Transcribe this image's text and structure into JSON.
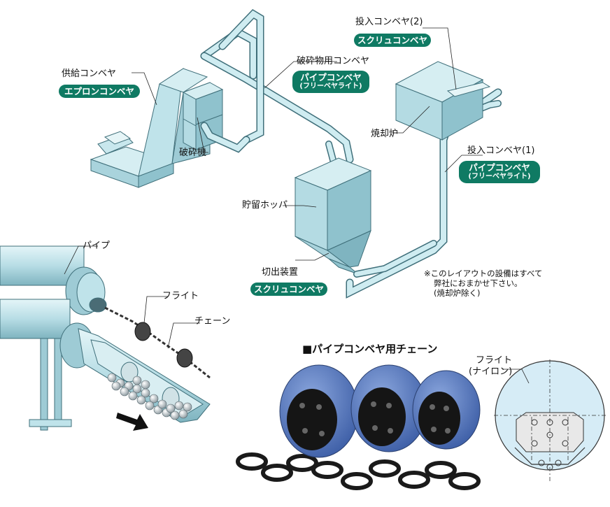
{
  "layout_labels": {
    "feed_conveyor": "供給コンベヤ",
    "feed_conveyor_type": "エプロンコンベヤ",
    "crusher": "破砕機",
    "crushed_conveyor": "破砕物用コンベヤ",
    "crushed_conveyor_type": "パイプコンベヤ",
    "crushed_conveyor_sub": "(フリーベヤライト)",
    "input_conveyor_2": "投入コンベヤ(2)",
    "input_conveyor_2_type": "スクリュコンベヤ",
    "incinerator": "焼却炉",
    "input_conveyor_1": "投入コンベヤ(1)",
    "input_conveyor_1_type": "パイプコンベヤ",
    "input_conveyor_1_sub": "(フリーベヤライト)",
    "storage_hopper": "貯留ホッパ",
    "discharge_device": "切出装置",
    "discharge_device_type": "スクリュコンベヤ",
    "note_line1": "※このレイアウトの設備はすべて",
    "note_line2": "弊社におまかせ下さい。",
    "note_line3": "(焼却炉除く)"
  },
  "pipe_detail": {
    "pipe": "パイプ",
    "flight": "フライト",
    "chain": "チェーン"
  },
  "chain_section": {
    "heading": "■パイプコンベヤ用チェーン",
    "flight_label": "フライト",
    "flight_material": "(ナイロン)"
  },
  "colors": {
    "equipment_fill": "#bfe3ea",
    "equipment_stroke": "#3f6f7a",
    "badge_green": "#0f7a63",
    "flight_blue": "#5b7fc4"
  }
}
